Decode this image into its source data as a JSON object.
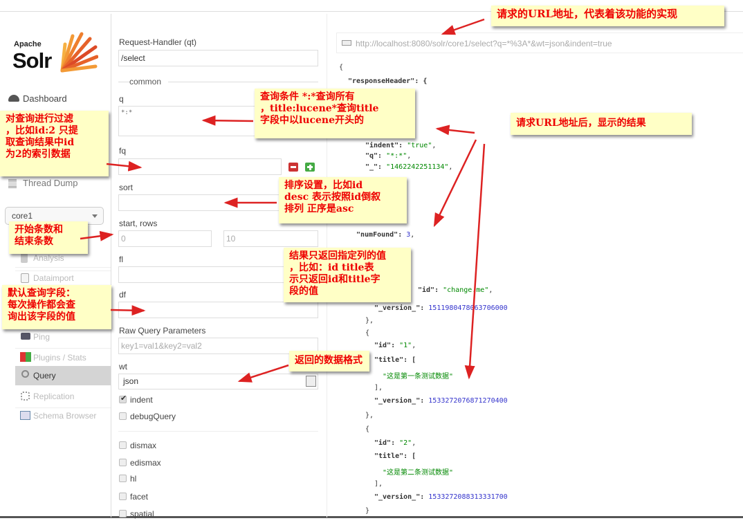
{
  "logo": {
    "apache": "Apache",
    "solr": "Solr"
  },
  "sidebar": {
    "dashboard": "Dashboard",
    "thread_dump": "Thread Dump",
    "core_select": "core1",
    "core_items": [
      "Analysis",
      "Dataimport",
      "Ping",
      "Plugins / Stats",
      "Query",
      "Replication",
      "Schema Browser"
    ]
  },
  "form": {
    "handler_label": "Request-Handler (qt)",
    "handler_value": "/select",
    "common": "common",
    "q_label": "q",
    "q_value": "*:*",
    "fq_label": "fq",
    "sort_label": "sort",
    "start_rows_label": "start, rows",
    "start_value": "0",
    "rows_value": "10",
    "fl_label": "fl",
    "df_label": "df",
    "raw_label": "Raw Query Parameters",
    "raw_placeholder": "key1=val1&key2=val2",
    "wt_label": "wt",
    "wt_value": "json",
    "indent": "indent",
    "debugQuery": "debugQuery",
    "options": [
      "dismax",
      "edismax",
      "hl",
      "facet",
      "spatial"
    ]
  },
  "result": {
    "url": "http://localhost:8080/solr/core1/select?q=*%3A*&wt=json&indent=true",
    "lines": {
      "l0": "{",
      "l1": "\"responseHeader\": {",
      "l2k": "\"indent\": ",
      "l2v": "\"true\"",
      "l3k": "\"q\": ",
      "l3v": "\"*:*\"",
      "l4k": "\"_\": ",
      "l4v": "\"1462242251134\"",
      "l5k": "\"numFound\": ",
      "l5v": "3",
      "l6k": "\"id\": ",
      "l6v": "\"change.me\"",
      "l7k": "\"_version_\": ",
      "l7v": "1511980478063706000",
      "l8": "},",
      "l9": "{",
      "l10k": "\"id\": ",
      "l10v": "\"1\"",
      "l11": "\"title\": [",
      "l12": "\"这是第一条测试数据\"",
      "l13": "],",
      "l14k": "\"_version_\": ",
      "l14v": "1533272076871270400",
      "l15": "},",
      "l16": "{",
      "l17k": "\"id\": ",
      "l17v": "\"2\"",
      "l18": "\"title\": [",
      "l19": "\"这是第二条测试数据\"",
      "l20": "],",
      "l21k": "\"_version_\": ",
      "l21v": "1533272088313331700",
      "l22": "}"
    }
  },
  "annotations": {
    "url": "请求的URL地址，代表着该功能的实现",
    "q": "查询条件 *:*查询所有\n，title:lucene*查询title\n字段中以lucene开头的",
    "fq": "对查询进行过滤\n，比如id:2 只提\n取查询结果中id\n为2的索引数据",
    "result": "请求URL地址后，显示的结果",
    "sort": "排序设置，比如id\ndesc 表示按照id倒叙\n排列 正序是asc",
    "start_rows": "开始条数和\n结束条数",
    "fl": "结果只返回指定列的值\n，比如：id title表\n示只返回id和title字\n段的值",
    "df": "默认查询字段：\n每次操作都会查\n询出该字段的值",
    "wt": "返回的数据格式"
  },
  "colors": {
    "annotation_bg": "#ffffc6",
    "annotation_text": "#ee0000",
    "arrow": "#dd2222"
  }
}
